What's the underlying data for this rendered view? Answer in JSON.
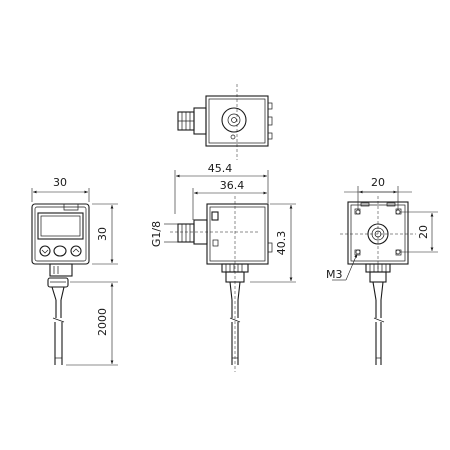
{
  "dimensions": {
    "overall_length": "45.4",
    "body_length": "36.4",
    "front_width": "30",
    "front_height": "30",
    "cable_length": "2000",
    "thread_size": "G1/8",
    "side_height": "40.3",
    "rear_width": "20",
    "rear_height": "20",
    "mount_screw": "M3"
  }
}
